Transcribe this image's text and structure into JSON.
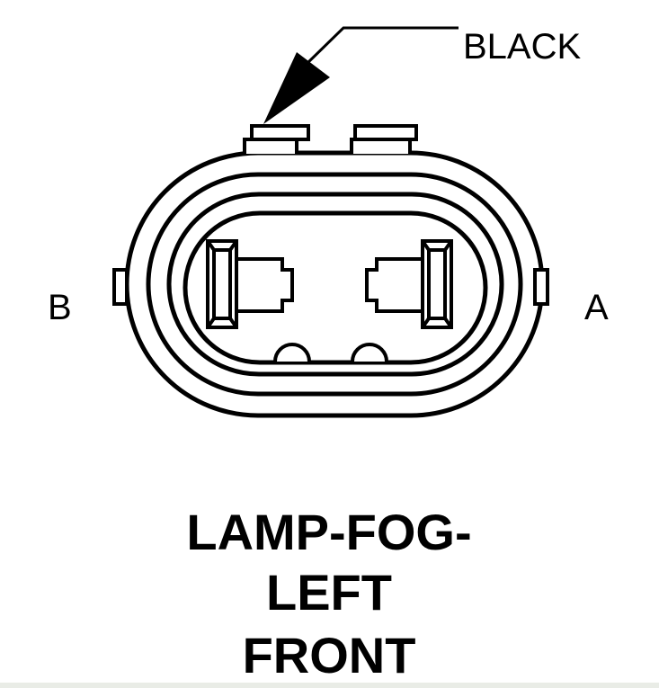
{
  "diagram": {
    "wire_color_label": "BLACK",
    "pin_labels": {
      "left": "B",
      "right": "A"
    },
    "title_lines": [
      "LAMP-FOG-",
      "LEFT",
      "FRONT"
    ]
  }
}
